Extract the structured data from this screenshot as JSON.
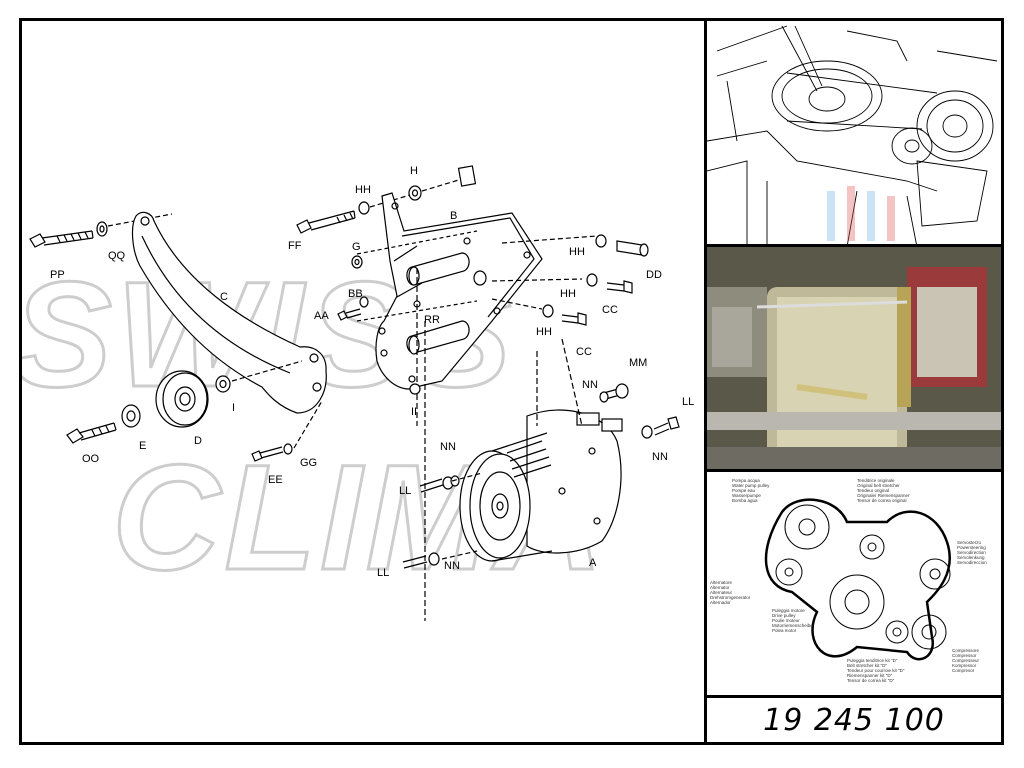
{
  "part_number": "19 245 100",
  "watermark": {
    "line1": "SWISS",
    "line2": "CLIMA"
  },
  "labels": {
    "H": "H",
    "HH_top": "HH",
    "B": "B",
    "G": "G",
    "BB": "BB",
    "AA": "AA",
    "RR": "RR",
    "FF": "FF",
    "PP": "PP",
    "QQ": "QQ",
    "C": "C",
    "I": "I",
    "II": "II",
    "HH_r1": "HH",
    "HH_r2": "HH",
    "HH_r3": "HH",
    "DD": "DD",
    "CC_1": "CC",
    "CC_2": "CC",
    "MM": "MM",
    "NN_1": "NN",
    "LL_1": "LL",
    "NN_2": "NN",
    "NN_3": "NN",
    "LL_2": "LL",
    "NN_4": "NN",
    "LL_3": "LL",
    "A": "A",
    "OO": "OO",
    "E": "E",
    "D": "D",
    "EE": "EE",
    "GG": "GG"
  },
  "belt_legend": {
    "water_pump": [
      "Pompa acqua",
      "Water pump pulley",
      "Pompe eau",
      "Wasserpumpe",
      "Bomba agua"
    ],
    "original_tensioner": [
      "Tenditrice originale",
      "Original belt stretcher",
      "Tendeur original",
      "Originaler Riemenspanner",
      "Tensor de correa original"
    ],
    "power_steering": [
      "Servosterzo",
      "Powersteering",
      "Servodirection",
      "Servolenkung",
      "Servodireccion"
    ],
    "alternator": [
      "Alternatore",
      "Alternator",
      "Alternateur",
      "Drehstromgenerator",
      "Alternador"
    ],
    "drive_pulley": [
      "Puleggia motore",
      "Drive pulley",
      "Poulie moteur",
      "Motorriemenscheibe",
      "Polea motor"
    ],
    "tensioner_kit": [
      "Puleggia tenditrice kit \"D\"",
      "Belt stretcher kit \"D\"",
      "Tendeur pour courroie kit \"D\"",
      "Riemenspanner kit \"D\"",
      "Tensor de correa kit \"D\""
    ],
    "compressor": [
      "Compressore",
      "Compressor",
      "Compresseur",
      "Kompressor",
      "Compresor"
    ]
  }
}
